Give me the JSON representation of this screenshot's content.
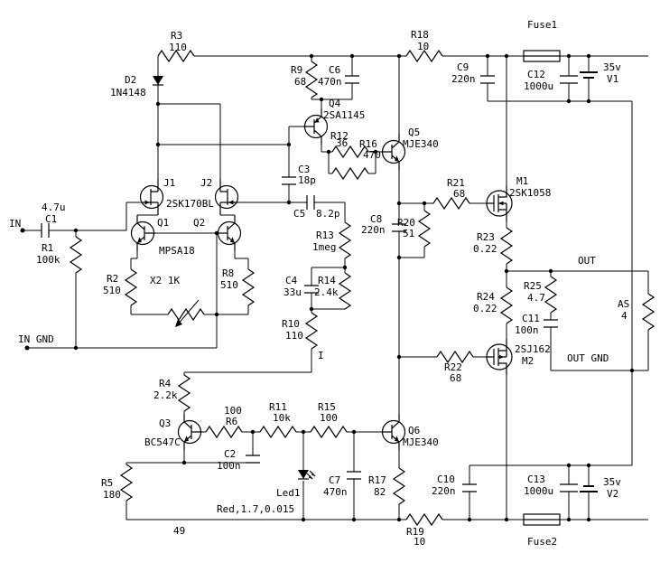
{
  "diagram": {
    "kind": "audio power amplifier schematic",
    "labels": {
      "in": "IN",
      "in_gnd": "IN GND",
      "out": "OUT",
      "out_gnd": "OUT GND",
      "c1_val": "4.7u",
      "c1_ref": "C1",
      "r1_ref": "R1",
      "r1_val": "100k",
      "j1": "J1",
      "j2": "J2",
      "jfet_part": "2SK170BL",
      "q1": "Q1",
      "q2": "Q2",
      "q12_part": "MPSA18",
      "r2_ref": "R2",
      "r2_val": "510",
      "x2": "X2 1K",
      "r8_ref": "R8",
      "r8_val": "510",
      "d2_ref": "D2",
      "d2_val": "1N4148",
      "r3_ref": "R3",
      "r3_val": "110",
      "r9_ref": "R9",
      "r9_val": "68",
      "c6_ref": "C6",
      "c6_val": "470n",
      "q4_ref": "Q4",
      "q4_val": "2SA1145",
      "r12_ref": "R12",
      "r12_val": "36",
      "r16_ref": "R16",
      "r16_val": "470",
      "q5_ref": "Q5",
      "q5_val": "MJE340",
      "c3_ref": "C3",
      "c3_val": "18p",
      "c5_ref": "C5",
      "c5_val": "8.2p",
      "r13_ref": "R13",
      "r13_val": "1meg",
      "c4_ref": "C4",
      "c4_val": "33u",
      "r14_ref": "R14",
      "r14_val": "2.4k",
      "r10_ref": "R10",
      "r10_val": "110",
      "current_marker": "I",
      "c8_ref": "C8",
      "c8_val": "220n",
      "r20_ref": "R20",
      "r20_val": "51",
      "r21_ref": "R21",
      "r21_val": "68",
      "m1_ref": "M1",
      "m1_val": "2SK1058",
      "r23_ref": "R23",
      "r23_val": "0.22",
      "r24_ref": "R24",
      "r24_val": "0.22",
      "m2_val": "2SJ162",
      "m2_ref": "M2",
      "r22_ref": "R22",
      "r22_val": "68",
      "r25_ref": "R25",
      "r25_val": "4.7",
      "c11_ref": "C11",
      "c11_val": "100n",
      "as_ref": "AS",
      "as_val": "4",
      "r18_ref": "R18",
      "r18_val": "10",
      "c9_ref": "C9",
      "c9_val": "220n",
      "fuse1": "Fuse1",
      "c12_ref": "C12",
      "c12_val": "1000u",
      "v1_volt": "35v",
      "v1": "V1",
      "r4_ref": "R4",
      "r4_val": "2.2k",
      "q3_ref": "Q3",
      "q3_val": "BC547C",
      "r6_val": "100",
      "r6_ref": "R6",
      "c2_ref": "C2",
      "c2_val": "100n",
      "r5_ref": "R5",
      "r5_val": "180",
      "r11_ref": "R11",
      "r11_val": "10k",
      "r15_ref": "R15",
      "r15_val": "100",
      "led1_ref": "Led1",
      "led1_val": "Red,1.7,0.015",
      "c7_ref": "C7",
      "c7_val": "470n",
      "r17_ref": "R17",
      "r17_val": "82",
      "q6_ref": "Q6",
      "q6_val": "MJE340",
      "r19_ref": "R19",
      "r19_val": "10",
      "fuse2": "Fuse2",
      "c10_ref": "C10",
      "c10_val": "220n",
      "c13_ref": "C13",
      "c13_val": "1000u",
      "v2_volt": "35v",
      "v2": "V2",
      "node_49": "49"
    }
  }
}
